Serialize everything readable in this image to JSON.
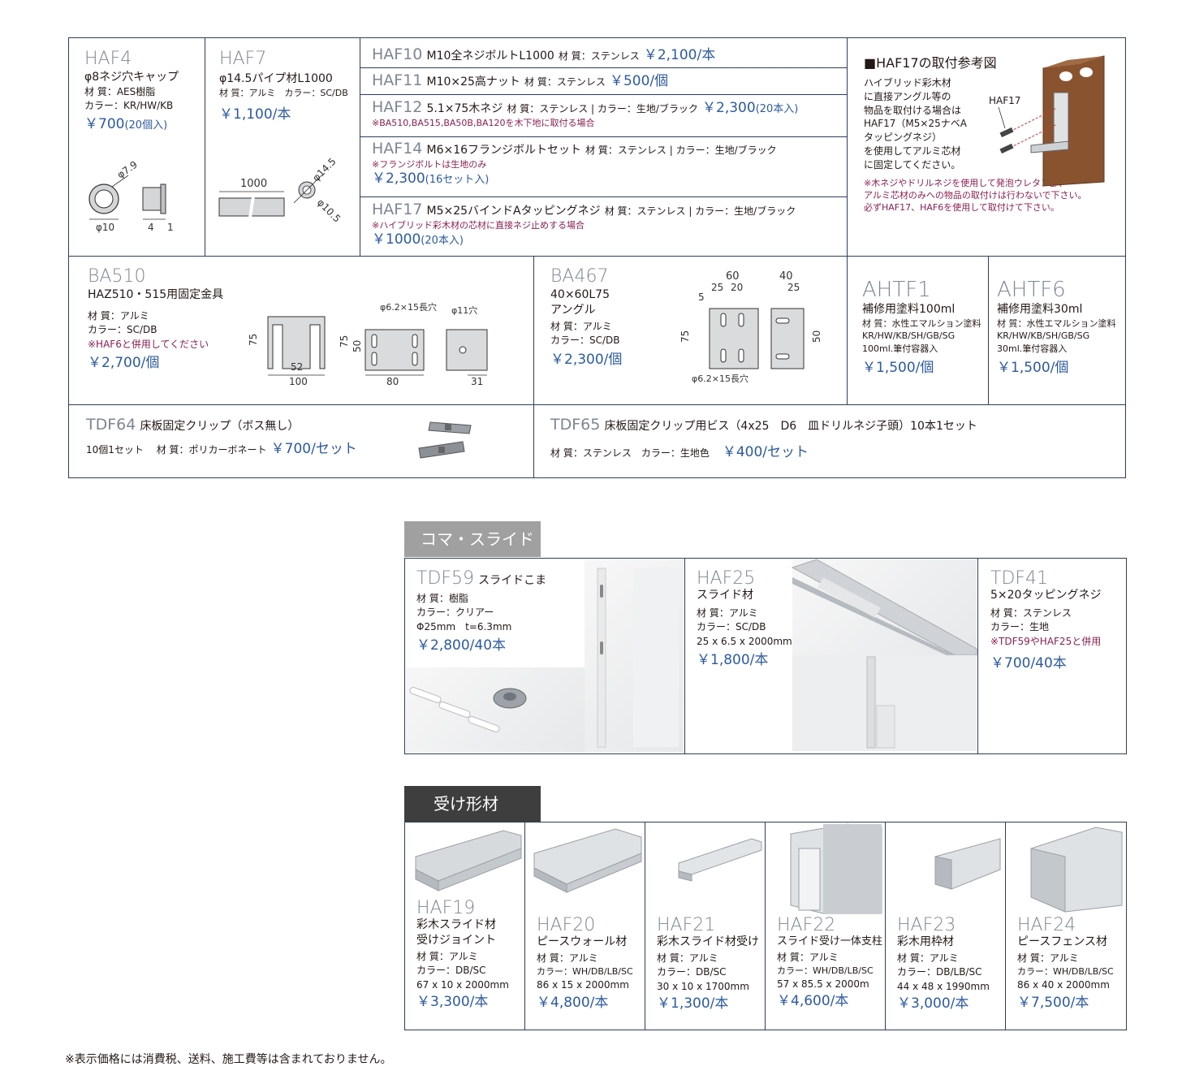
{
  "haf4": {
    "code": "HAF4",
    "name": "φ8ネジ穴キャップ",
    "material": "材 質：AES樹脂",
    "color": "カラー：KR/HW/KB",
    "price": "￥700",
    "qty": "(20個入)",
    "dims": {
      "d1": "φ7.9",
      "d2": "φ10",
      "d3": "4",
      "d4": "1"
    }
  },
  "haf7": {
    "code": "HAF7",
    "name": "φ14.5パイプ材L1000",
    "spec": "材 質：アルミ　カラー：SC/DB",
    "price": "￥1,100/本",
    "dims": {
      "len": "1000",
      "d1": "φ14.5",
      "d2": "φ10.5"
    }
  },
  "haf10": {
    "code": "HAF10",
    "name": "M10全ネジボルトL1000",
    "spec": "材 質：ステンレス",
    "price": "￥2,100/本"
  },
  "haf11": {
    "code": "HAF11",
    "name": "M10×25高ナット",
    "spec": "材 質：ステンレス",
    "price": "￥500/個"
  },
  "haf12": {
    "code": "HAF12",
    "name": "5.1×75木ネジ",
    "spec": "材 質：ステンレス | カラー：生地/ブラック",
    "price": "￥2,300",
    "qty": "(20本入)",
    "note": "※BA510,BA515,BA50B,BA120を木下地に取付る場合"
  },
  "haf14": {
    "code": "HAF14",
    "name": "M6×16フランジボルトセット",
    "spec": "材 質：ステンレス | カラー：生地/ブラック",
    "note": "※フランジボルトは生地のみ",
    "price": "￥2,300",
    "qty": "(16セット入)"
  },
  "haf17": {
    "code": "HAF17",
    "name": "M5×25バインドAタッピングネジ",
    "spec": "材 質：ステンレス | カラー：生地/ブラック",
    "note": "※ハイブリッド彩木材の芯材に直接ネジ止めする場合",
    "price": "￥1000",
    "qty": "(20本入)"
  },
  "ref": {
    "title": "■HAF17の取付参考図",
    "lines": [
      "ハイブリッド彩木材",
      "に直接アングル等の",
      "物品を取付ける場合は",
      "HAF17（M5×25ナベA",
      "タッピングネジ）",
      "を使用してアルミ芯材",
      "に固定してください。"
    ],
    "label": "HAF17",
    "notes": [
      "※木ネジやドリルネジを使用して発泡ウレタン部、",
      "アルミ芯材のみへの物品の取付けは行わないで下さい。",
      "必ずHAF17、HAF6を使用して取付けて下さい。"
    ]
  },
  "ba510": {
    "code": "BA510",
    "name": "HAZ510・515用固定金具",
    "material": "材 質：アルミ",
    "color": "カラー：SC/DB",
    "note": "※HAF6と併用してください",
    "price": "￥2,700/個",
    "dims": {
      "h": "75",
      "w1": "52",
      "w2": "100",
      "h2": "75",
      "h3": "50",
      "w3": "80",
      "hole": "φ6.2×15長穴",
      "hole2": "φ11穴",
      "w4": "31"
    }
  },
  "ba467": {
    "code": "BA467",
    "name1": "40×60L75",
    "name2": "アングル",
    "material": "材 質：アルミ",
    "color": "カラー：SC/DB",
    "price": "￥2,300/個",
    "dims": {
      "w": "60",
      "w1": "25",
      "w2": "20",
      "e": "5",
      "h": "75",
      "w3": "40",
      "w4": "25",
      "h2": "50",
      "hole": "φ6.2×15長穴"
    }
  },
  "ahtf1": {
    "code": "AHTF1",
    "name": "補修用塗料100ml",
    "material": "材 質：水性エマルション塗料",
    "colors": "KR/HW/KB/SH/GB/SG",
    "container": "100ml.筆付容器入",
    "price": "￥1,500/個"
  },
  "ahtf6": {
    "code": "AHTF6",
    "name": "補修用塗料30ml",
    "material": "材 質：水性エマルション塗料",
    "colors": "KR/HW/KB/SH/GB/SG",
    "container": "30ml.筆付容器入",
    "price": "￥1,500/個"
  },
  "tdf64": {
    "code": "TDF64",
    "name": "床板固定クリップ（ボス無し）",
    "spec": "10個1セット　 材 質：ポリカーボネート",
    "price": "￥700/セット"
  },
  "tdf65": {
    "code": "TDF65",
    "name": "床板固定クリップ用ビス（4x25　D6　皿ドリルネジ子頭）10本1セット",
    "spec": "材 質：ステンレス　カラー：生地色",
    "price": "￥400/セット"
  },
  "section1": {
    "title": "コマ・スライド",
    "color": "#a0a0a0"
  },
  "tdf59": {
    "code": "TDF59",
    "name": "スライドこま",
    "material": "材 質：樹脂",
    "color": "カラー：クリアー",
    "size": "Φ25mm　t=6.3mm",
    "price": "￥2,800/40本"
  },
  "haf25": {
    "code": "HAF25",
    "name": "スライド材",
    "material": "材 質：アルミ",
    "color": "カラー：SC/DB",
    "size": "25 x 6.5 x 2000mm",
    "price": "￥1,800/本"
  },
  "tdf41": {
    "code": "TDF41",
    "name": "5×20タッピングネジ",
    "material": "材 質：ステンレス",
    "color": "カラー：生地",
    "note": "※TDF59やHAF25と併用",
    "price": "￥700/40本"
  },
  "section2": {
    "title": "受け形材",
    "color": "#3e3e3e"
  },
  "profiles": [
    {
      "code": "HAF19",
      "name1": "彩木スライド材",
      "name2": "受けジョイント",
      "material": "材 質：アルミ",
      "color": "カラー：DB/SC",
      "size": "67 x 10 x 2000mm",
      "price": "￥3,300/本"
    },
    {
      "code": "HAF20",
      "name1": "ピースウォール材",
      "name2": "",
      "material": "材 質：アルミ",
      "color": "カラー：WH/DB/LB/SC",
      "size": "86 x 15 x 2000mm",
      "price": "￥4,800/本"
    },
    {
      "code": "HAF21",
      "name1": "彩木スライド材受け",
      "name2": "",
      "material": "材 質：アルミ",
      "color": "カラー：DB/SC",
      "size": "30 x 10 x 1700mm",
      "price": "￥1,300/本"
    },
    {
      "code": "HAF22",
      "name1": "スライド受け一体支柱",
      "name2": "",
      "material": "材 質：アルミ",
      "color": "カラー：WH/DB/LB/SC",
      "size": "57 x 85.5 x 2000m",
      "price": "￥4,600/本"
    },
    {
      "code": "HAF23",
      "name1": "彩木用枠材",
      "name2": "",
      "material": "材 質：アルミ",
      "color": "カラー：DB/LB/SC",
      "size": "44 x 48 x 1990mm",
      "price": "￥3,000/本"
    },
    {
      "code": "HAF24",
      "name1": "ピースフェンス材",
      "name2": "",
      "material": "材 質：アルミ",
      "color": "カラー：WH/DB/LB/SC",
      "size": "86 x 40 x 2000mm",
      "price": "￥7,500/本"
    }
  ],
  "footer": "※表示価格には消費税、送料、施工費等は含まれておりません。"
}
